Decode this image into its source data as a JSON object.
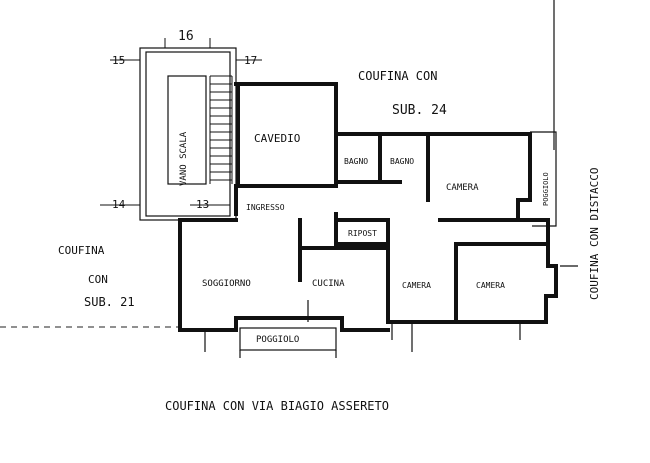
{
  "markers": {
    "m16": "16",
    "m15": "15",
    "m17": "17",
    "m14": "14",
    "m13": "13"
  },
  "boundaries": {
    "north_line1": "COUFINA   CON",
    "north_line2": "SUB. 24",
    "west_line1": "COUFINA",
    "west_line2": "CON",
    "west_line3": "SUB. 21",
    "east": "COUFINA CON DISTACCO",
    "south": "COUFINA  CON VIA  BIAGIO  ASSERETO"
  },
  "rooms": {
    "vano_scala": "VANO SCALA",
    "cavedio": "CAVEDIO",
    "bagno1": "BAGNO",
    "bagno2": "BAGNO",
    "camera_ne": "CAMERA",
    "poggiolo_e": "POGGIOLO",
    "ingresso": "INGRESSO",
    "ripost": "RIPOST",
    "soggiorno": "SOGGIORNO",
    "cucina": "CUCINA",
    "camera_s1": "CAMERA",
    "camera_s2": "CAMERA",
    "poggiolo_s": "POGGIOLO"
  }
}
